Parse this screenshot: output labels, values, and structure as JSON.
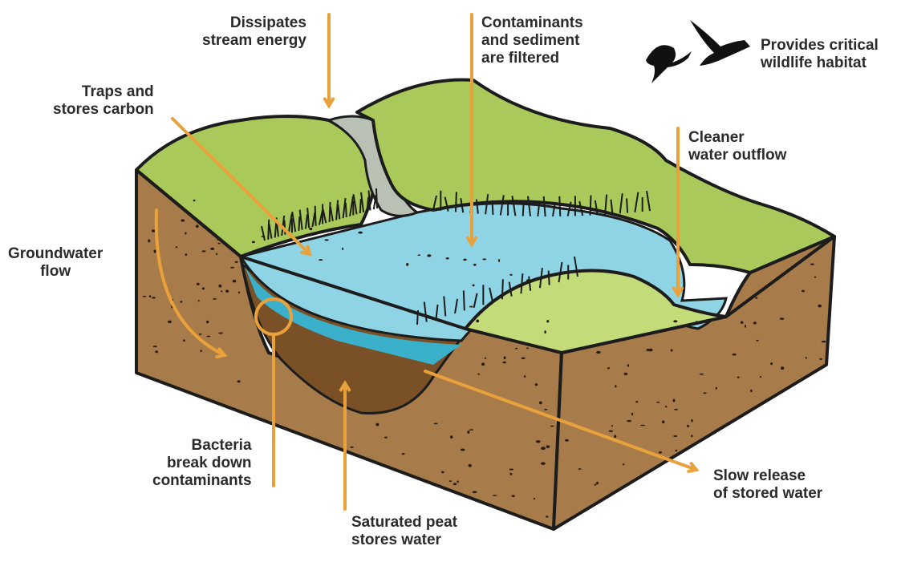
{
  "labels": {
    "dissipates": [
      "Dissipates",
      "stream energy"
    ],
    "contaminants": [
      "Contaminants",
      "and sediment",
      "are filtered"
    ],
    "habitat": [
      "Provides critical",
      "wildlife habitat"
    ],
    "carbon": [
      "Traps and",
      "stores carbon"
    ],
    "cleaner": [
      "Cleaner",
      "water outflow"
    ],
    "groundwater": [
      "Groundwater",
      "flow"
    ],
    "bacteria": [
      "Bacteria",
      "break down",
      "contaminants"
    ],
    "slow_release": [
      "Slow release",
      "of stored water"
    ],
    "peat": [
      "Saturated peat",
      "stores water"
    ]
  },
  "colors": {
    "arrow": "#e9a23b",
    "soil": "#a77b4a",
    "soil_dark": "#8a6035",
    "peat": "#7a5026",
    "grass": "#a9c95a",
    "grass_light": "#c3db78",
    "water": "#8fd4e4",
    "water_deep": "#3ab0cb",
    "ink": "#1c1c1c"
  }
}
